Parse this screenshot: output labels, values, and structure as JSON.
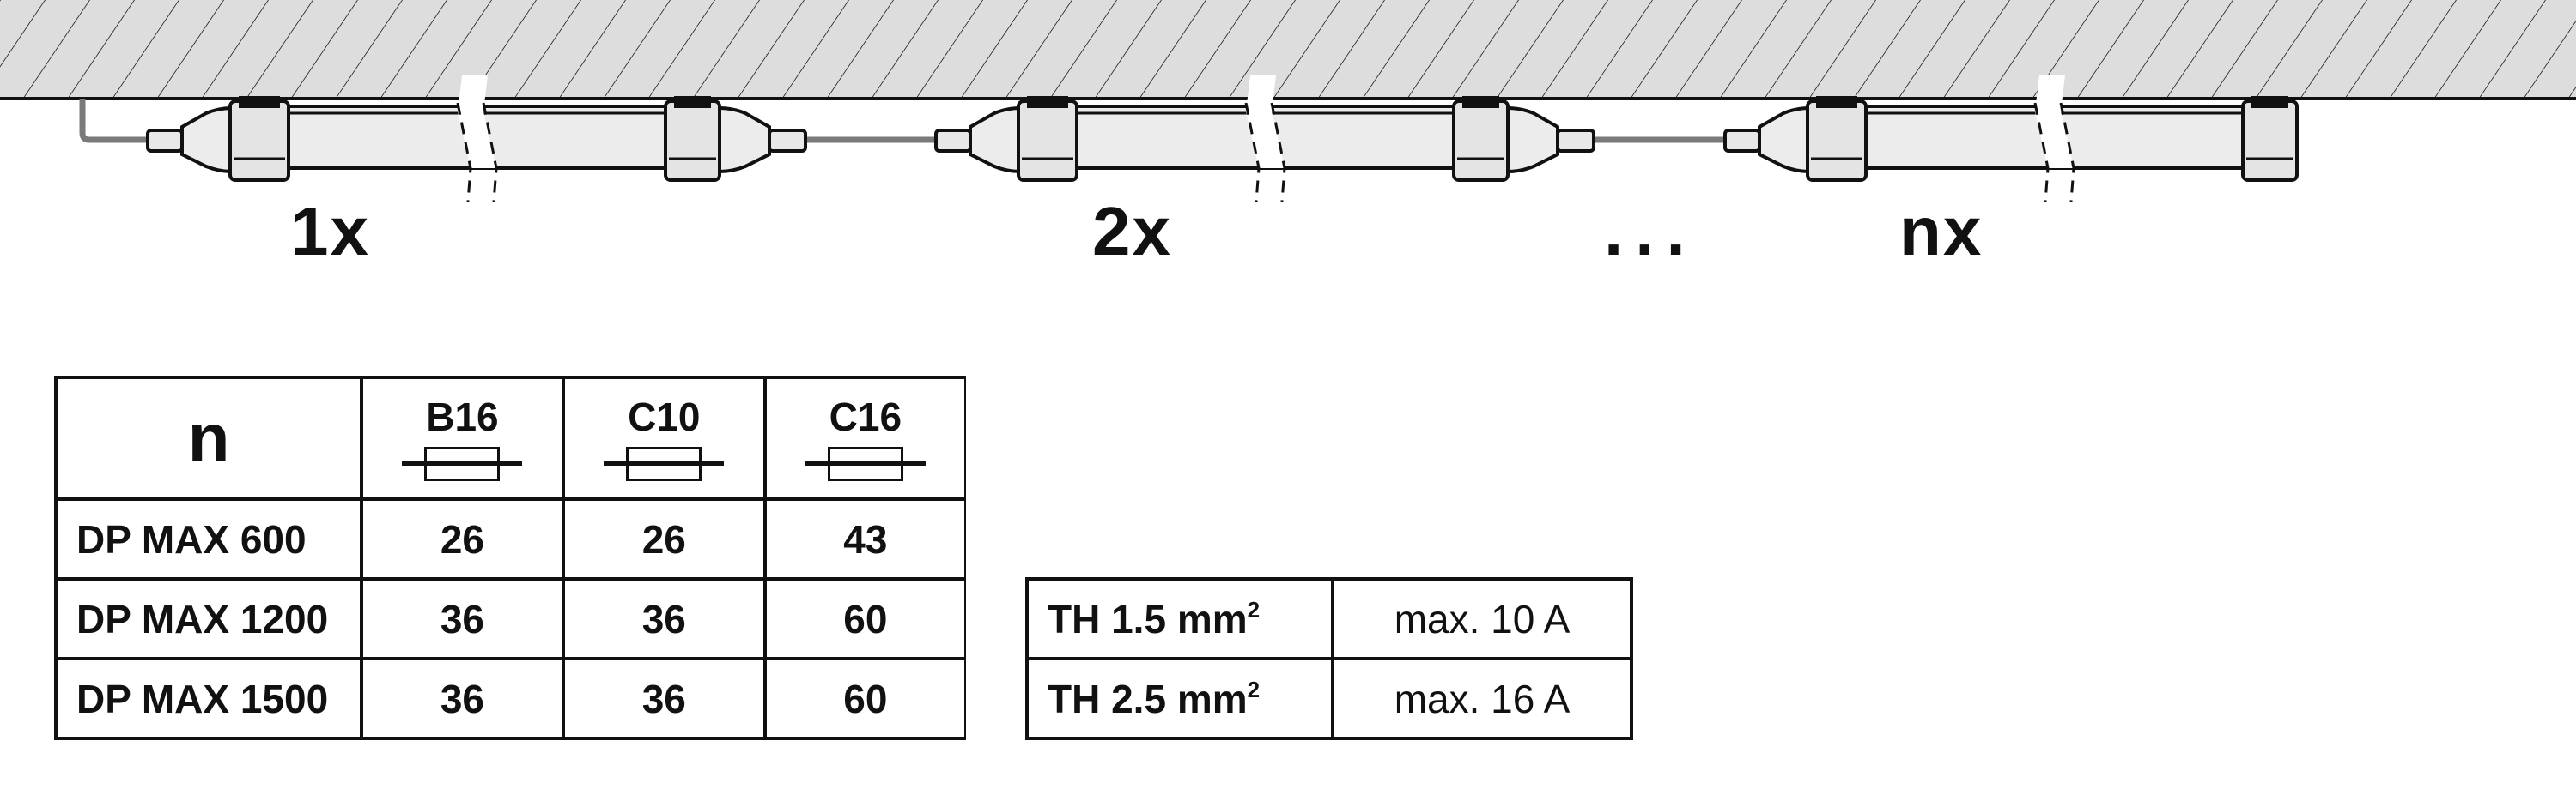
{
  "diagram": {
    "labels": [
      "1x",
      "2x",
      "...",
      "nx"
    ],
    "colors": {
      "ceiling": "#dcdddc",
      "tube": "#ececec",
      "cable": "#7a7a7a",
      "line": "#111111"
    }
  },
  "breaker_table": {
    "corner": "n",
    "columns": [
      {
        "label": "B16",
        "icon": "fuse-icon"
      },
      {
        "label": "C10",
        "icon": "fuse-icon"
      },
      {
        "label": "C16",
        "icon": "fuse-icon"
      }
    ],
    "rows": [
      {
        "name": "DP MAX 600",
        "values": [
          "26",
          "26",
          "43"
        ]
      },
      {
        "name": "DP MAX 1200",
        "values": [
          "36",
          "36",
          "60"
        ]
      },
      {
        "name": "DP MAX 1500",
        "values": [
          "36",
          "36",
          "60"
        ]
      }
    ]
  },
  "cable_table": {
    "rows": [
      {
        "prefix": "TH 1.5",
        "unit": "mm",
        "exp": "2",
        "value": "max. 10 A"
      },
      {
        "prefix": "TH 2.5",
        "unit": "mm",
        "exp": "2",
        "value": "max. 16 A"
      }
    ]
  }
}
